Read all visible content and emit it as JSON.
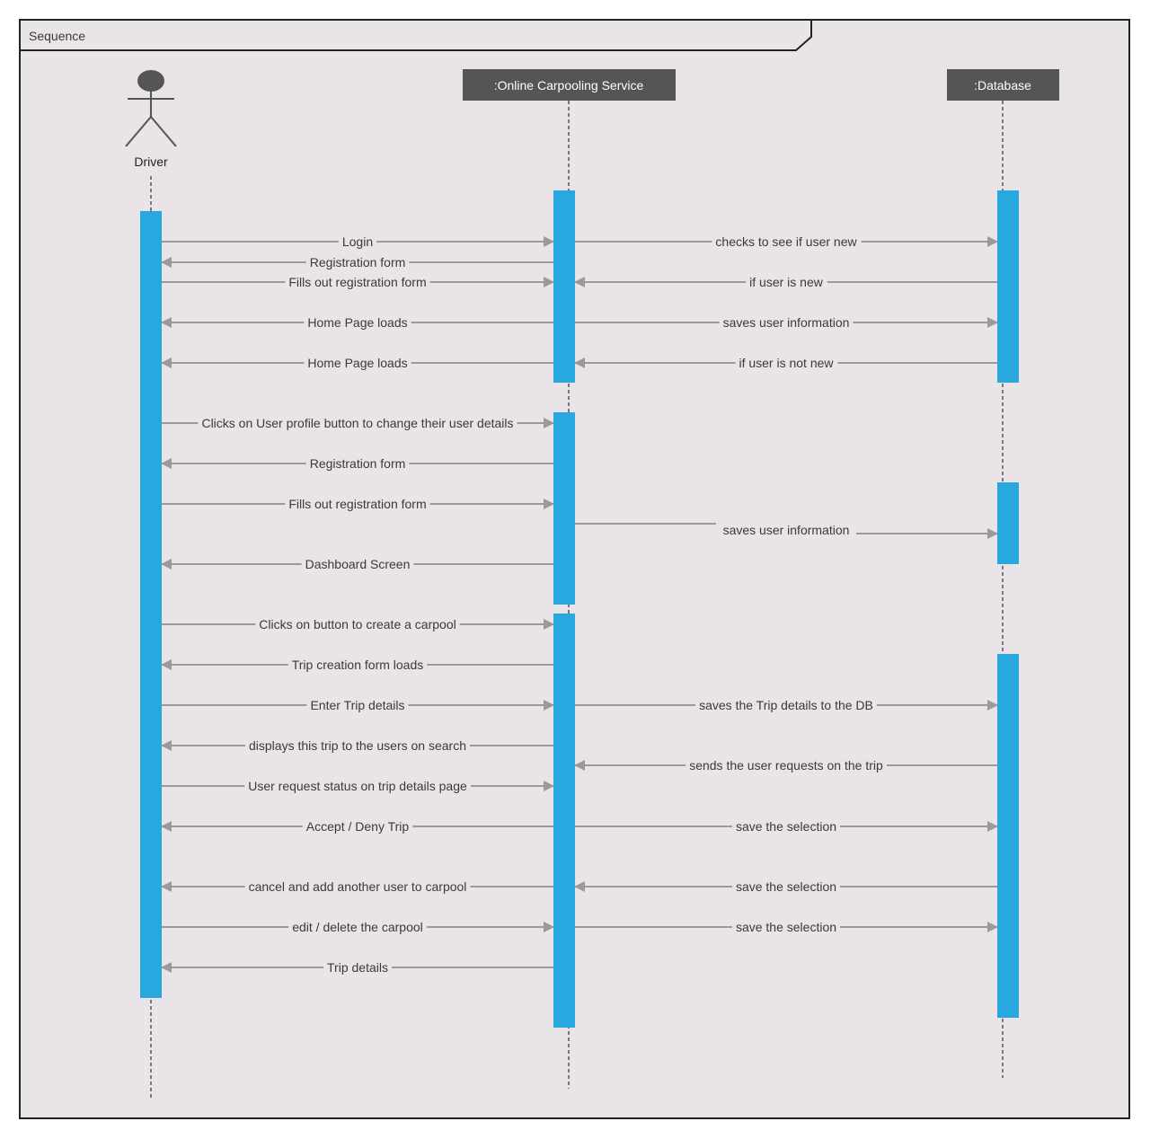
{
  "frame": {
    "label": "Sequence"
  },
  "participants": {
    "driver": {
      "label": "Driver"
    },
    "service": {
      "label": ":Online Carpooling Service"
    },
    "database": {
      "label": ":Database"
    }
  },
  "colors": {
    "background": "#e8e4e8",
    "activation": "#29a8e0",
    "header": "#555555",
    "arrow": "#9a9a9a",
    "border": "#222222"
  },
  "messages": [
    {
      "from": "driver",
      "to": "service",
      "label": "Login"
    },
    {
      "from": "service",
      "to": "database",
      "label": "checks to see if user new"
    },
    {
      "from": "service",
      "to": "driver",
      "label": "Registration form"
    },
    {
      "from": "driver",
      "to": "service",
      "label": "Fills out registration form"
    },
    {
      "from": "database",
      "to": "service",
      "label": "if user is new"
    },
    {
      "from": "service",
      "to": "driver",
      "label": "Home Page loads"
    },
    {
      "from": "service",
      "to": "database",
      "label": "saves user information"
    },
    {
      "from": "service",
      "to": "driver",
      "label": "Home Page loads"
    },
    {
      "from": "database",
      "to": "service",
      "label": "if user is not new"
    },
    {
      "from": "driver",
      "to": "service",
      "label": "Clicks on User profile button to change their user details"
    },
    {
      "from": "service",
      "to": "driver",
      "label": "Registration form"
    },
    {
      "from": "driver",
      "to": "service",
      "label": "Fills out registration form"
    },
    {
      "from": "service",
      "to": "database",
      "label": "saves user information"
    },
    {
      "from": "service",
      "to": "driver",
      "label": "Dashboard Screen"
    },
    {
      "from": "driver",
      "to": "service",
      "label": "Clicks on button to create a carpool"
    },
    {
      "from": "service",
      "to": "driver",
      "label": "Trip creation form loads"
    },
    {
      "from": "driver",
      "to": "service",
      "label": "Enter Trip details"
    },
    {
      "from": "service",
      "to": "database",
      "label": "saves the Trip details to the DB"
    },
    {
      "from": "service",
      "to": "driver",
      "label": "displays this trip to the users on search"
    },
    {
      "from": "database",
      "to": "service",
      "label": "sends the user requests on the trip"
    },
    {
      "from": "driver",
      "to": "service",
      "label": "User request status on trip details page"
    },
    {
      "from": "service",
      "to": "driver",
      "label": "Accept / Deny Trip"
    },
    {
      "from": "service",
      "to": "database",
      "label": "save the selection"
    },
    {
      "from": "service",
      "to": "driver",
      "label": "cancel and add another user to carpool"
    },
    {
      "from": "database",
      "to": "service",
      "label": "save the selection"
    },
    {
      "from": "driver",
      "to": "service",
      "label": "edit / delete the carpool"
    },
    {
      "from": "service",
      "to": "database",
      "label": "save the selection"
    },
    {
      "from": "service",
      "to": "driver",
      "label": "Trip details"
    }
  ]
}
